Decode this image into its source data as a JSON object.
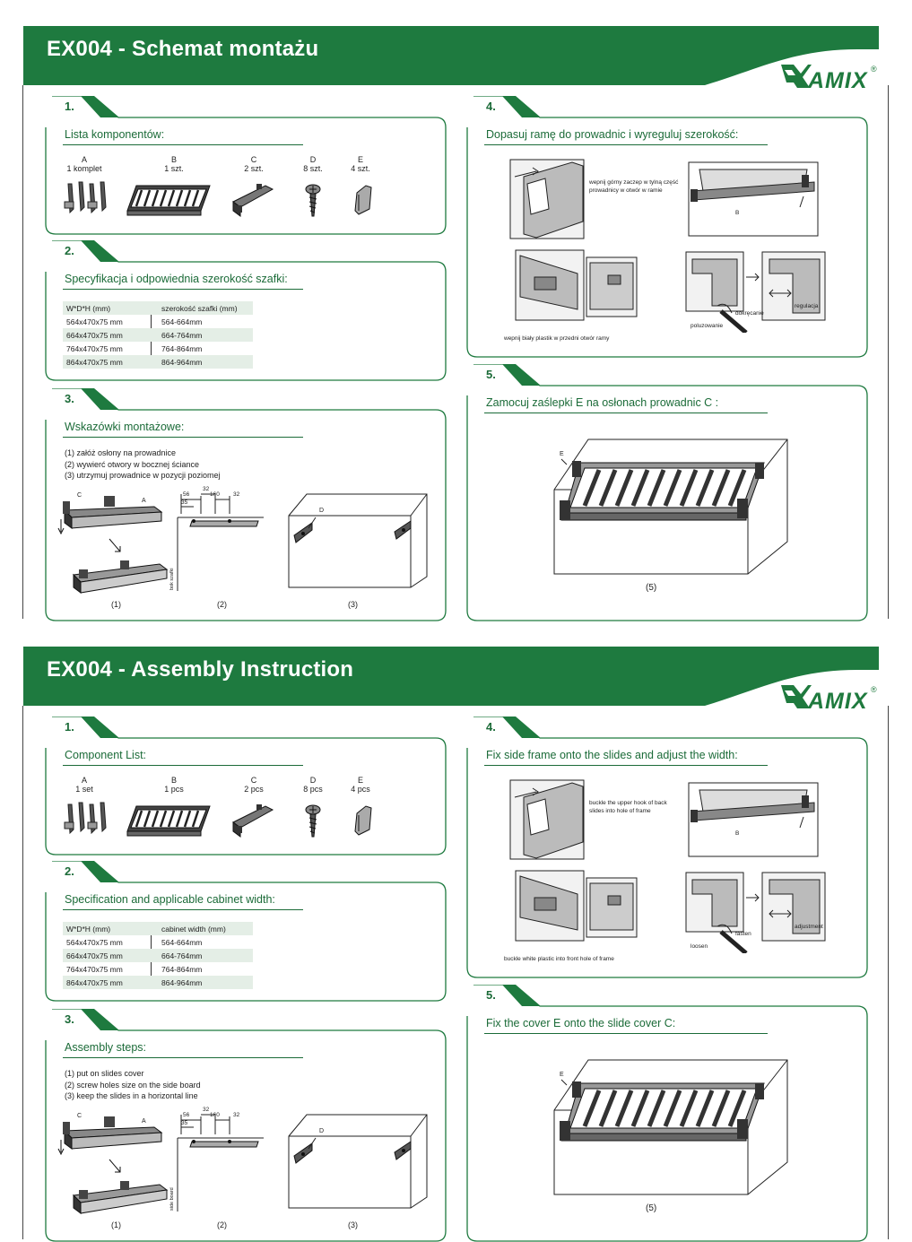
{
  "logo": {
    "word": "AMIX",
    "reg": "®"
  },
  "sheets": [
    {
      "title": "EX004 - Schemat montażu",
      "s1": {
        "num": "1.",
        "heading": "Lista komponentów:",
        "components": [
          {
            "letter": "A",
            "qty": "1 komplet"
          },
          {
            "letter": "B",
            "qty": "1 szt."
          },
          {
            "letter": "C",
            "qty": "2 szt."
          },
          {
            "letter": "D",
            "qty": "8 szt."
          },
          {
            "letter": "E",
            "qty": "4 szt."
          }
        ]
      },
      "s2": {
        "num": "2.",
        "heading": "Specyfikacja i odpowiednia szerokość szafki:",
        "col1": "W*D*H (mm)",
        "col2": "szerokość szafki (mm)",
        "rows": [
          [
            "564x470x75 mm",
            "564-664mm"
          ],
          [
            "664x470x75 mm",
            "664-764mm"
          ],
          [
            "764x470x75 mm",
            "764-864mm"
          ],
          [
            "864x470x75 mm",
            "864-964mm"
          ]
        ]
      },
      "s3": {
        "num": "3.",
        "heading": "Wskazówki montażowe:",
        "steps": [
          "(1)  załóż osłony na prowadnice",
          "(2)  wywierć otwory w bocznej ściance",
          "(3)  utrzymuj prowadnice w pozycji poziomej"
        ],
        "side_label": "bok szafki",
        "dims": {
          "d56": "56",
          "d35": "35",
          "d32a": "32",
          "d160": "160",
          "d32b": "32",
          "C": "C",
          "A": "A",
          "D": "D"
        },
        "captions": [
          "(1)",
          "(2)",
          "(3)"
        ]
      },
      "s4": {
        "num": "4.",
        "heading": "Dopasuj ramę do prowadnic i wyreguluj szerokość:",
        "note1": "wepnij górny zaczep w tylną część prowadnicy w otwór w ramie",
        "note2": "wepnij biały plastik w przedni otwór ramy",
        "loosen": "poluzowanie",
        "tighten": "dokręcanie",
        "adjust": "regulacja",
        "B": "B"
      },
      "s5": {
        "num": "5.",
        "heading": "Zamocuj zaślepki E na osłonach prowadnic C :",
        "E": "E",
        "caption": "(5)"
      }
    },
    {
      "title": "EX004 - Assembly Instruction",
      "s1": {
        "num": "1.",
        "heading": "Component List:",
        "components": [
          {
            "letter": "A",
            "qty": "1 set"
          },
          {
            "letter": "B",
            "qty": "1 pcs"
          },
          {
            "letter": "C",
            "qty": "2 pcs"
          },
          {
            "letter": "D",
            "qty": "8 pcs"
          },
          {
            "letter": "E",
            "qty": "4 pcs"
          }
        ]
      },
      "s2": {
        "num": "2.",
        "heading": "Specification and applicable cabinet width:",
        "col1": "W*D*H (mm)",
        "col2": "cabinet width (mm)",
        "rows": [
          [
            "564x470x75 mm",
            "564-664mm"
          ],
          [
            "664x470x75 mm",
            "664-764mm"
          ],
          [
            "764x470x75 mm",
            "764-864mm"
          ],
          [
            "864x470x75 mm",
            "864-964mm"
          ]
        ]
      },
      "s3": {
        "num": "3.",
        "heading": "Assembly steps:",
        "steps": [
          "(1)  put on slides cover",
          "(2)  screw holes size on the side board",
          "(3)  keep the slides in a horizontal line"
        ],
        "side_label": "side board",
        "dims": {
          "d56": "56",
          "d35": "35",
          "d32a": "32",
          "d160": "160",
          "d32b": "32",
          "C": "C",
          "A": "A",
          "D": "D"
        },
        "captions": [
          "(1)",
          "(2)",
          "(3)"
        ]
      },
      "s4": {
        "num": "4.",
        "heading": "Fix side frame onto the slides and adjust the width:",
        "note1": "buckle the upper hook of back slides into hole of frame",
        "note2": "buckle white plastic into front hole of frame",
        "loosen": "loosen",
        "tighten": "fasten",
        "adjust": "adjustment",
        "B": "B"
      },
      "s5": {
        "num": "5.",
        "heading": "Fix the cover E onto the slide cover C:",
        "E": "E",
        "caption": "(5)"
      }
    }
  ]
}
